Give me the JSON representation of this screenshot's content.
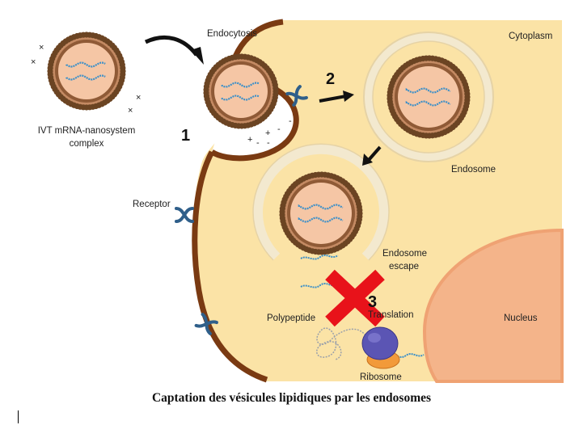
{
  "labels": {
    "complex": [
      "IVT mRNA-nanosystem",
      "complex"
    ],
    "endocytosis": "Endocytosis",
    "cytoplasm": "Cytoplasm",
    "endosome": "Endosome",
    "receptor": "Receptor",
    "endosome_escape": [
      "Endosome",
      "escape"
    ],
    "polypeptide": "Polypeptide",
    "translation": "Translation",
    "nucleus": "Nucleus",
    "ribosome": "Ribosome"
  },
  "steps": [
    "1",
    "2",
    "3"
  ],
  "charge_signs": {
    "positive": "×",
    "negative": "-",
    "plus": "+"
  },
  "caption": "Captation des vésicules lipidiques par les endosomes",
  "colors": {
    "cytoplasm": "#fbe3a6",
    "membrane": "#7a3a12",
    "lipid_head": "#6b4423",
    "lipid_inner": "#f5c6a5",
    "mrna": "#3b8fc8",
    "endosome_ring": "#f3e9cf",
    "nucleus": "#f4b48a",
    "cross": "#e8121a",
    "ribosome_large": "#5b55b4",
    "ribosome_small": "#f29a3a",
    "receptor": "#2f5f8a"
  }
}
